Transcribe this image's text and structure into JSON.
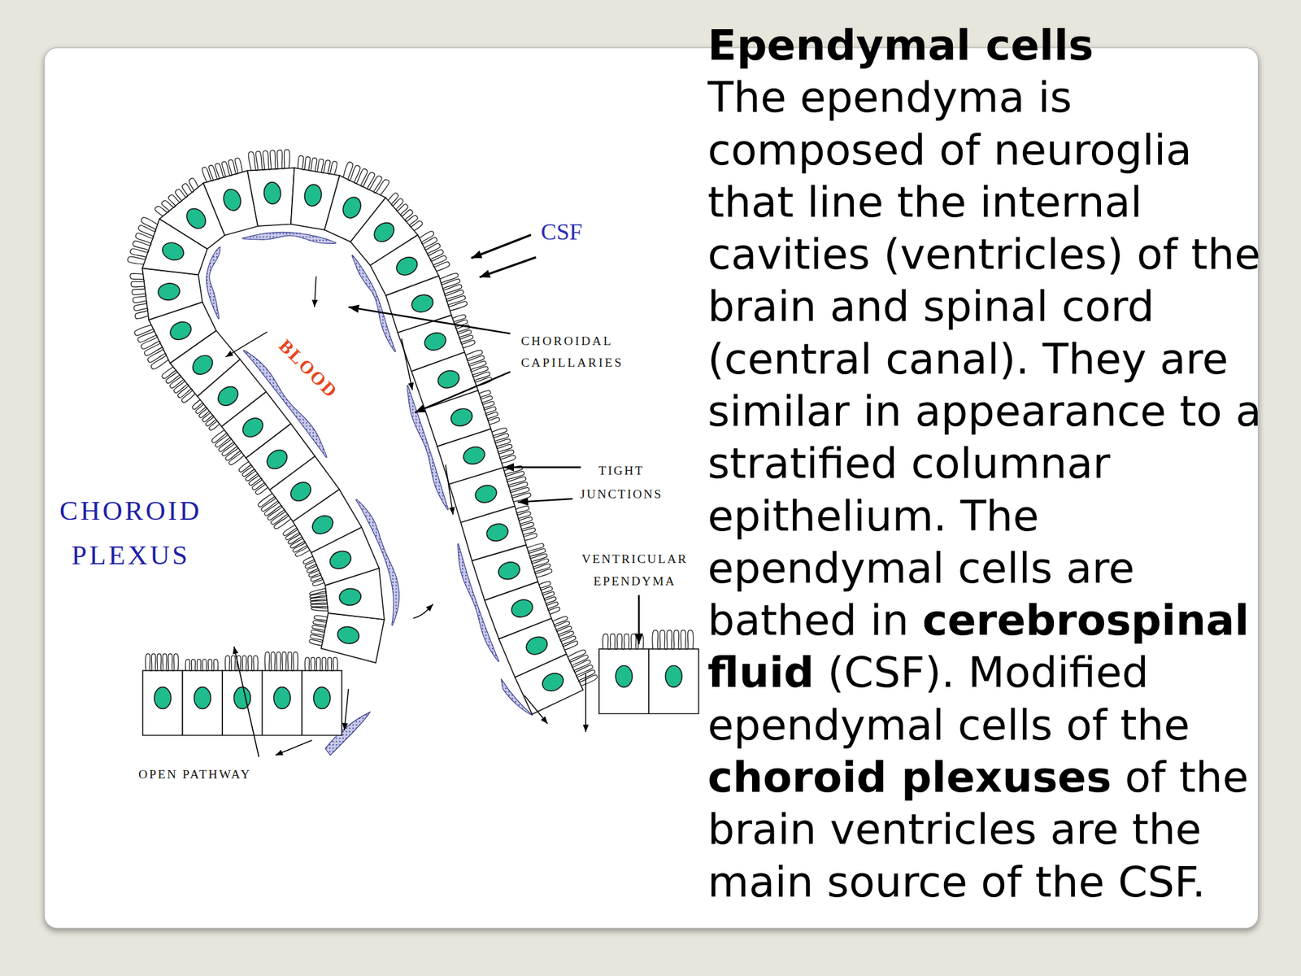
{
  "diagram": {
    "title": "Ependymal cells",
    "labels": [
      "CSF",
      "BLOOD",
      "CHOROIDAL CAPILLARIES",
      "TIGHT JUNCTIONS",
      "VENTRICULAR EPENDYMA",
      "CHOROID PLEXUS",
      "OPEN PATHWAY",
      "The ependyma is composed of neuroglia that line the internal cavities (ventricles) of the brain and spinal cord (central canal). They are similar in appearance to a stratified columnar epithelium. The ependymal cells are bathed in",
      "cerebrospinal fluid",
      "(CSF). Modified ependymal cells of the",
      "choroid plexuses",
      "of the brain ventricles are the main source of the CSF."
    ]
  }
}
